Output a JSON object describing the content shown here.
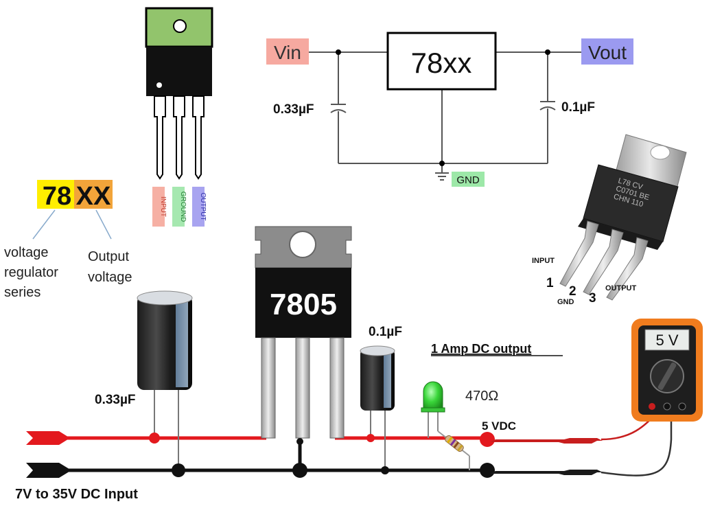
{
  "schematic": {
    "vin_label": "Vin",
    "vout_label": "Vout",
    "regulator_label": "78xx",
    "cap_in_label": "0.33µF",
    "cap_out_label": "0.1µF",
    "gnd_label": "GND",
    "colors": {
      "vin_bg": "#f6a9a0",
      "vout_bg": "#9b9af0",
      "gnd_bg": "#9de8a8"
    }
  },
  "to220_front": {
    "pin_labels": [
      "INPUT",
      "GROUND",
      "OUTPUT"
    ],
    "colors": {
      "tab": "#92c46c",
      "body": "#111111",
      "input": "#f6b0a4",
      "ground": "#a6e8b0",
      "output": "#a8a4f0"
    }
  },
  "code_legend": {
    "series_code": "78",
    "voltage_code": "XX",
    "series_caption": "voltage\nregulator\nseries",
    "voltage_caption": "Output\nvoltage",
    "colors": {
      "series_bg": "#ffee00",
      "voltage_bg": "#f2a43a"
    }
  },
  "photo_regulator": {
    "marking": "L78 CV\nC0701 BE\nCHN 110",
    "pin_title_input": "INPUT",
    "pin_title_gnd": "GND",
    "pin_title_output": "OUTPUT",
    "pin_numbers": [
      "1",
      "2",
      "3"
    ]
  },
  "circuit": {
    "regulator_marking": "7805",
    "cap_in_label": "0.33µF",
    "cap_out_label": "0.1µF",
    "output_caption": "1 Amp  DC  output",
    "resistor_label": "470Ω",
    "output_voltage_label": "5 VDC",
    "input_caption": "7V to 35V DC Input",
    "multimeter_reading": "5 V",
    "colors": {
      "positive_rail": "#e3191e",
      "negative_rail": "#111111",
      "led": "#33cc33",
      "meter_case": "#f07c1e"
    }
  }
}
